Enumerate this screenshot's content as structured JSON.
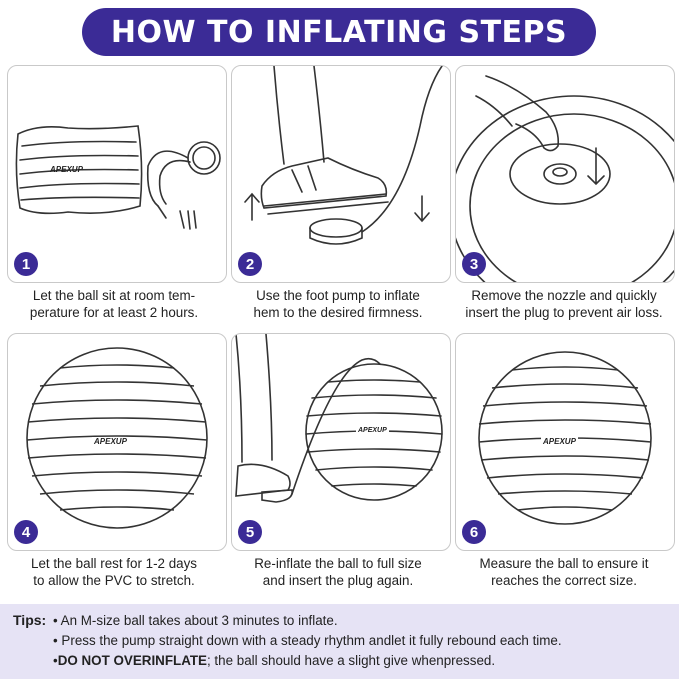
{
  "header": {
    "title": "HOW TO INFLATING STEPS"
  },
  "brand": {
    "logo_text": "APEXUP"
  },
  "colors": {
    "accent": "#3b2b96",
    "tips_bg": "#e6e3f5",
    "border": "#c9c9c9"
  },
  "steps": [
    {
      "number": "1",
      "caption_line1": "Let the ball sit at room tem-",
      "caption_line2": "perature for at least 2 hours."
    },
    {
      "number": "2",
      "caption_line1": "Use the foot pump to inflate",
      "caption_line2": "hem to the desired firmness."
    },
    {
      "number": "3",
      "caption_line1": "Remove the nozzle and quickly",
      "caption_line2": "insert the plug to prevent air loss."
    },
    {
      "number": "4",
      "caption_line1": "Let the ball rest for 1-2 days",
      "caption_line2": "to allow the PVC to stretch."
    },
    {
      "number": "5",
      "caption_line1": "Re-inflate the ball to full size",
      "caption_line2": "and insert the plug again."
    },
    {
      "number": "6",
      "caption_line1": "Measure the ball to ensure it",
      "caption_line2": "reaches the correct size."
    }
  ],
  "tips": {
    "label": "Tips:",
    "items": [
      "An M-size ball takes about 3 minutes to inflate.",
      "Press the pump straight down with a steady rhythm andlet it fully rebound each time."
    ],
    "warning_bold": "DO NOT OVERINFLATE",
    "warning_rest": "; the ball should have a slight give whenpressed."
  }
}
